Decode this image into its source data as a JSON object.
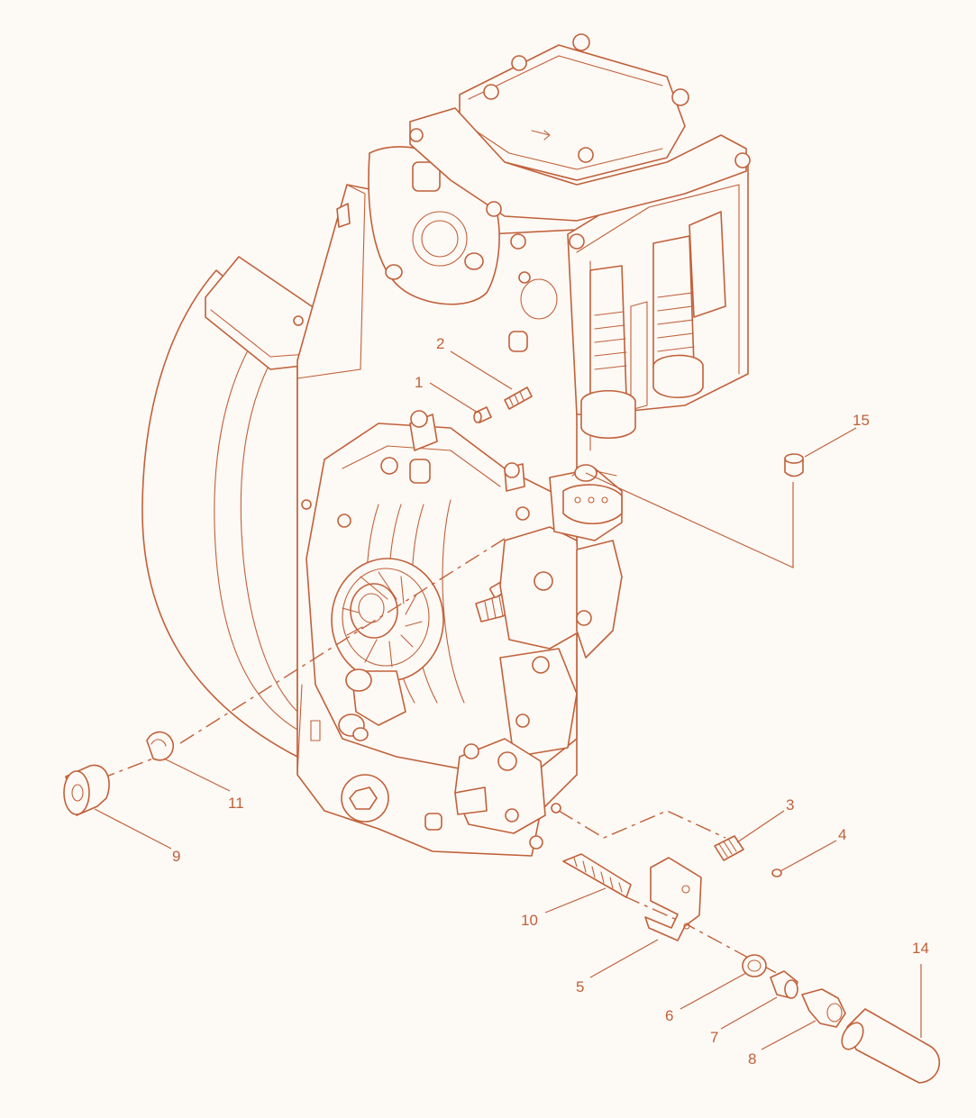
{
  "colors": {
    "line": "#c0613a",
    "background": "#fdf9f5"
  },
  "callouts": [
    {
      "id": "1",
      "label": "1"
    },
    {
      "id": "2",
      "label": "2"
    },
    {
      "id": "3",
      "label": "3"
    },
    {
      "id": "4",
      "label": "4"
    },
    {
      "id": "5",
      "label": "5"
    },
    {
      "id": "6",
      "label": "6"
    },
    {
      "id": "7",
      "label": "7"
    },
    {
      "id": "8",
      "label": "8"
    },
    {
      "id": "9",
      "label": "9"
    },
    {
      "id": "10",
      "label": "10"
    },
    {
      "id": "11",
      "label": "11"
    },
    {
      "id": "14",
      "label": "14"
    },
    {
      "id": "15",
      "label": "15"
    }
  ]
}
